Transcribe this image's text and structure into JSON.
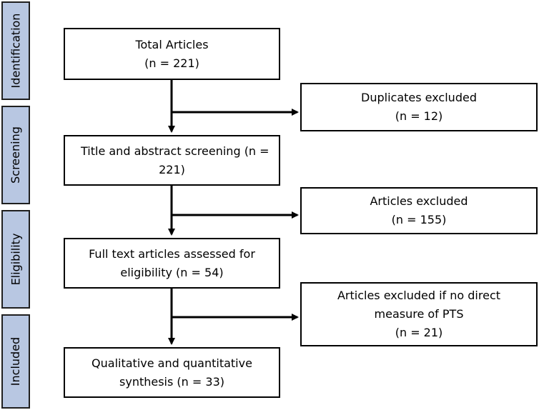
{
  "stages": {
    "identification": "Identification",
    "screening": "Screening",
    "eligibility": "Eligibility",
    "included": "Included"
  },
  "boxes": {
    "total_articles": {
      "line1": "Total Articles",
      "line2": "(n = 221)"
    },
    "title_abstract": {
      "line1": "Title and abstract screening (n =",
      "line2": "221)"
    },
    "full_text": {
      "line1": "Full text articles assessed for",
      "line2": "eligibility (n = 54)"
    },
    "synthesis": {
      "line1": "Qualitative and quantitative",
      "line2": "synthesis (n = 33)"
    },
    "duplicates_excluded": {
      "line1": "Duplicates excluded",
      "line2": "(n = 12)"
    },
    "articles_excluded": {
      "line1": "Articles excluded",
      "line2": "(n = 155)"
    },
    "no_direct_measure": {
      "line1": "Articles excluded if no direct",
      "line2": "measure of PTS",
      "line3": "(n = 21)"
    }
  },
  "colors": {
    "stage_fill": "#b8c7e2",
    "stage_border": "#1f1f1f",
    "box_border": "#000000",
    "arrow": "#000000"
  }
}
